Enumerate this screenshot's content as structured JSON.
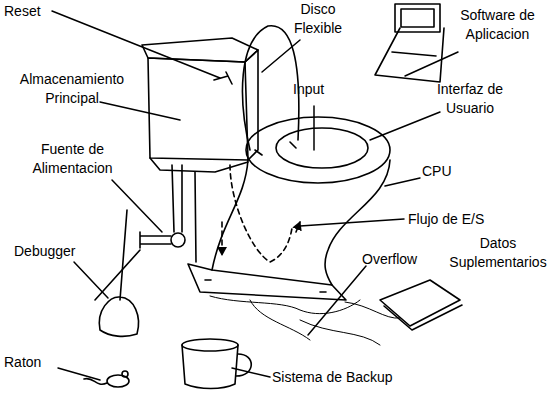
{
  "diagram": {
    "labels": [
      "Reset",
      "Disco Flexible",
      "Software de Aplicacion",
      "Almacenamiento Principal",
      "Input",
      "Interfaz de Usuario",
      "Fuente de Alimentacion",
      "CPU",
      "Flujo de E/S",
      "Debugger",
      "Overflow",
      "Datos Suplementarios",
      "Raton",
      "Sistema de Backup"
    ]
  }
}
